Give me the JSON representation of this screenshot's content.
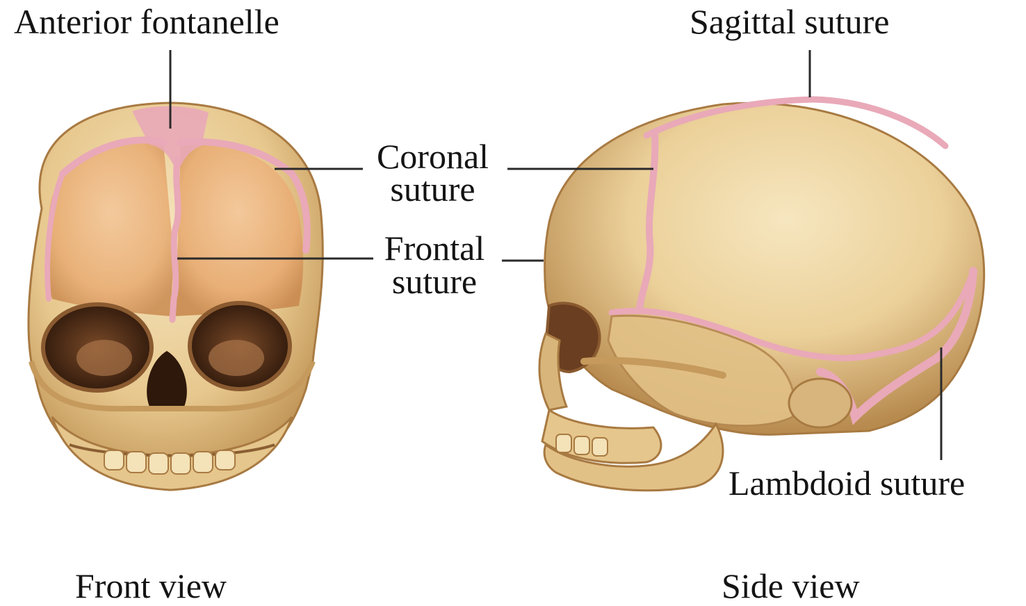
{
  "labels": {
    "anterior_fontanelle": "Anterior fontanelle",
    "sagittal_suture": "Sagittal suture",
    "coronal_suture_line1": "Coronal",
    "coronal_suture_line2": "suture",
    "frontal_suture_line1": "Frontal",
    "frontal_suture_line2": "suture",
    "lambdoid_suture": "Lambdoid suture",
    "front_view": "Front view",
    "side_view": "Side view"
  },
  "colors": {
    "bone_light": "#f2dfb0",
    "bone_mid": "#e6c68a",
    "bone_dark": "#b98a4c",
    "frontal_bone": "#eab27a",
    "suture_pink": "#e9a9b8",
    "orbit_dark": "#4a2a16",
    "leader_line": "#2a2a2a",
    "text": "#141414"
  }
}
